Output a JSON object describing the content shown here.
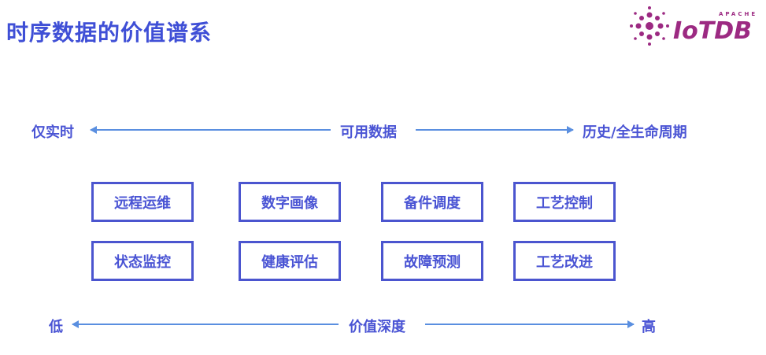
{
  "title": "时序数据的价值谱系",
  "logo": {
    "top": "APACHE",
    "main": "IoTDB",
    "color": "#9c2a82"
  },
  "top_axis": {
    "left": "仅实时",
    "center": "可用数据",
    "right": "历史/全生命周期"
  },
  "bottom_axis": {
    "left": "低",
    "center": "价值深度",
    "right": "高"
  },
  "boxes": [
    [
      "远程运维",
      "数字画像",
      "备件调度",
      "工艺控制"
    ],
    [
      "状态监控",
      "健康评估",
      "故障预测",
      "工艺改进"
    ]
  ],
  "colors": {
    "text": "#4a54d4",
    "arrow": "#5a8fe0",
    "box_border": "#4b55cf"
  }
}
